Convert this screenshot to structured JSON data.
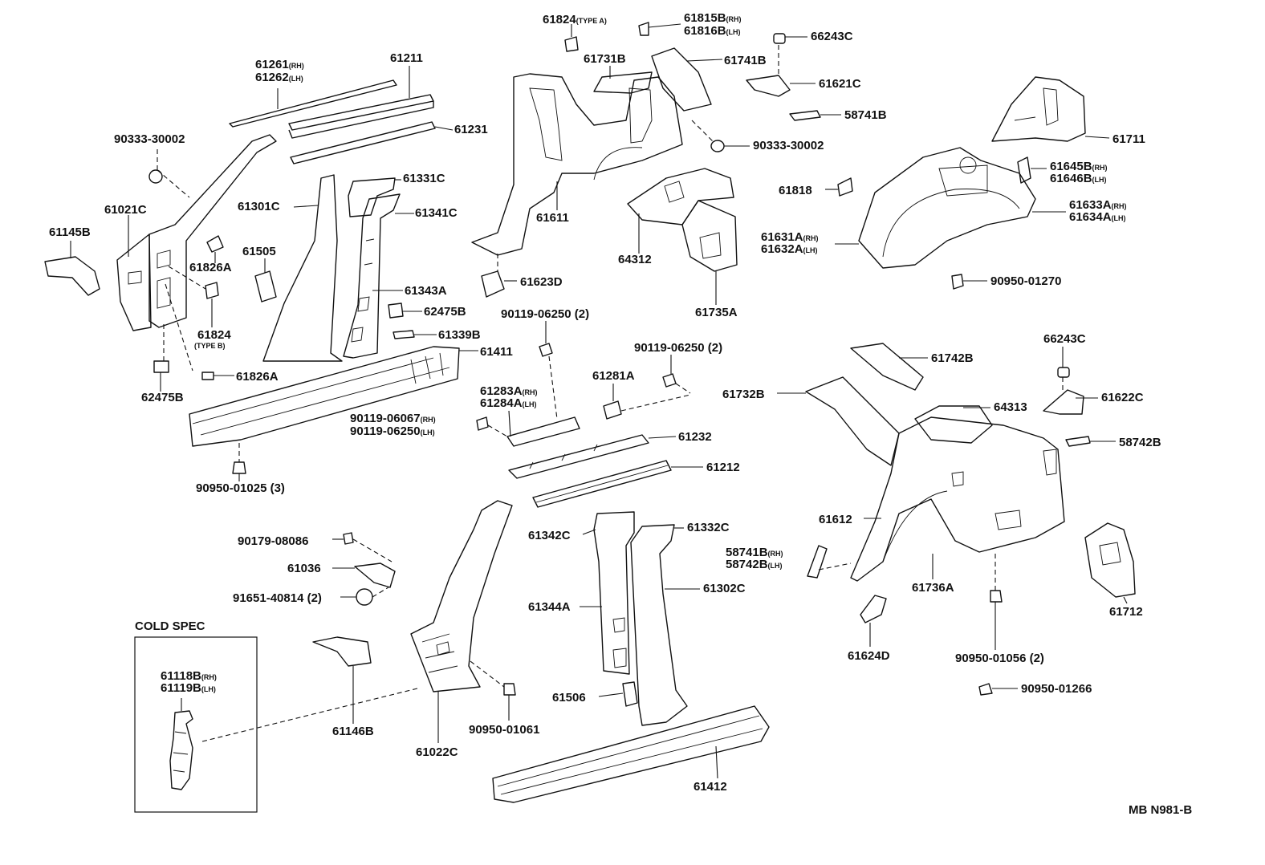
{
  "drawing_code": "MB N981-B",
  "cold_spec": {
    "title": "COLD SPEC",
    "part_line1": "61118B",
    "part_line1_suffix": "(RH)",
    "part_line2": "61119B",
    "part_line2_suffix": "(LH)"
  },
  "labels": [
    {
      "id": "l61824a",
      "text": "61824",
      "suffix": "(TYPE A)"
    },
    {
      "id": "l61815b",
      "text": "61815B",
      "suffix": "(RH)"
    },
    {
      "id": "l61816b",
      "text": "61816B",
      "suffix": "(LH)"
    },
    {
      "id": "l66243c_top",
      "text": "66243C"
    },
    {
      "id": "l61261",
      "text": "61261",
      "suffix": "(RH)"
    },
    {
      "id": "l61262",
      "text": "61262",
      "suffix": "(LH)"
    },
    {
      "id": "l61211",
      "text": "61211"
    },
    {
      "id": "l61731b",
      "text": "61731B"
    },
    {
      "id": "l61741b",
      "text": "61741B"
    },
    {
      "id": "l61621c",
      "text": "61621C"
    },
    {
      "id": "l58741b_top",
      "text": "58741B"
    },
    {
      "id": "l61711",
      "text": "61711"
    },
    {
      "id": "l61231",
      "text": "61231"
    },
    {
      "id": "l90333_left",
      "text": "90333-30002"
    },
    {
      "id": "l90333_mid",
      "text": "90333-30002"
    },
    {
      "id": "l61645b",
      "text": "61645B",
      "suffix": "(RH)"
    },
    {
      "id": "l61646b",
      "text": "61646B",
      "suffix": "(LH)"
    },
    {
      "id": "l61331c",
      "text": "61331C"
    },
    {
      "id": "l61818",
      "text": "61818"
    },
    {
      "id": "l61633a",
      "text": "61633A",
      "suffix": "(RH)"
    },
    {
      "id": "l61634a",
      "text": "61634A",
      "suffix": "(LH)"
    },
    {
      "id": "l61021c",
      "text": "61021C"
    },
    {
      "id": "l61301c",
      "text": "61301C"
    },
    {
      "id": "l61341c",
      "text": "61341C"
    },
    {
      "id": "l61611",
      "text": "61611"
    },
    {
      "id": "l61145b",
      "text": "61145B"
    },
    {
      "id": "l61631a",
      "text": "61631A",
      "suffix": "(RH)"
    },
    {
      "id": "l61632a",
      "text": "61632A",
      "suffix": "(LH)"
    },
    {
      "id": "l61505",
      "text": "61505"
    },
    {
      "id": "l64312",
      "text": "64312"
    },
    {
      "id": "l61826a_top",
      "text": "61826A"
    },
    {
      "id": "l61623d",
      "text": "61623D"
    },
    {
      "id": "l90950_01270",
      "text": "90950-01270"
    },
    {
      "id": "l61343a",
      "text": "61343A"
    },
    {
      "id": "l62475b_mid",
      "text": "62475B"
    },
    {
      "id": "l90119_top",
      "text": "90119-06250 (2)"
    },
    {
      "id": "l61735a",
      "text": "61735A"
    },
    {
      "id": "l61824b",
      "text": "61824"
    },
    {
      "id": "l61824b_type",
      "text": "(TYPE B)"
    },
    {
      "id": "l61339b",
      "text": "61339B"
    },
    {
      "id": "l66243c_right",
      "text": "66243C"
    },
    {
      "id": "l61411",
      "text": "61411"
    },
    {
      "id": "l90119_right",
      "text": "90119-06250 (2)"
    },
    {
      "id": "l61742b",
      "text": "61742B"
    },
    {
      "id": "l61826a_bot",
      "text": "61826A"
    },
    {
      "id": "l61281a",
      "text": "61281A"
    },
    {
      "id": "l61283a",
      "text": "61283A",
      "suffix": "(RH)"
    },
    {
      "id": "l61284a",
      "text": "61284A",
      "suffix": "(LH)"
    },
    {
      "id": "l62475b_bot",
      "text": "62475B"
    },
    {
      "id": "l61732b",
      "text": "61732B"
    },
    {
      "id": "l61622c",
      "text": "61622C"
    },
    {
      "id": "l64313",
      "text": "64313"
    },
    {
      "id": "l90119_06067",
      "text": "90119-06067",
      "suffix": "(RH)"
    },
    {
      "id": "l90119_06250_lh",
      "text": "90119-06250",
      "suffix": "(LH)"
    },
    {
      "id": "l61232",
      "text": "61232"
    },
    {
      "id": "l58742b_right",
      "text": "58742B"
    },
    {
      "id": "l61212",
      "text": "61212"
    },
    {
      "id": "l90950_01025",
      "text": "90950-01025 (3)"
    },
    {
      "id": "l61612",
      "text": "61612"
    },
    {
      "id": "l61342c",
      "text": "61342C"
    },
    {
      "id": "l61332c",
      "text": "61332C"
    },
    {
      "id": "l90179",
      "text": "90179-08086"
    },
    {
      "id": "l58741b_mid",
      "text": "58741B",
      "suffix": "(RH)"
    },
    {
      "id": "l58742b_mid",
      "text": "58742B",
      "suffix": "(LH)"
    },
    {
      "id": "l61036",
      "text": "61036"
    },
    {
      "id": "l61302c",
      "text": "61302C"
    },
    {
      "id": "l61736a",
      "text": "61736A"
    },
    {
      "id": "l91651",
      "text": "91651-40814 (2)"
    },
    {
      "id": "l61344a",
      "text": "61344A"
    },
    {
      "id": "l61712",
      "text": "61712"
    },
    {
      "id": "l61624d",
      "text": "61624D"
    },
    {
      "id": "l90950_01056",
      "text": "90950-01056 (2)"
    },
    {
      "id": "l90950_01266",
      "text": "90950-01266"
    },
    {
      "id": "l61506",
      "text": "61506"
    },
    {
      "id": "l61146b",
      "text": "61146B"
    },
    {
      "id": "l90950_01061",
      "text": "90950-01061"
    },
    {
      "id": "l61022c",
      "text": "61022C"
    },
    {
      "id": "l61412",
      "text": "61412"
    }
  ]
}
